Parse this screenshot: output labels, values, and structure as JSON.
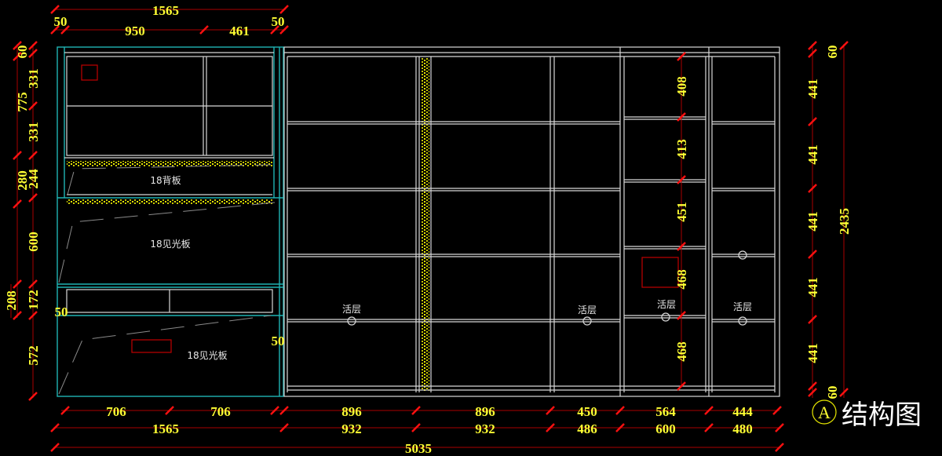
{
  "title": {
    "marker": "A",
    "text": "结构图"
  },
  "labels": {
    "back_panel": "18背板",
    "visible_panel_1": "18见光板",
    "visible_panel_2": "18见光板",
    "movable_shelf": "活层"
  },
  "dims_top": {
    "total": "1565",
    "left_edge": "50",
    "main": "950",
    "right": "461",
    "right_edge": "50"
  },
  "dims_left_outer": {
    "top": "60",
    "upper": "775",
    "middle": "280",
    "lower": "208"
  },
  "dims_left_inner": [
    "331",
    "331",
    "244",
    "600",
    "172",
    "572"
  ],
  "dims_left_side": {
    "left": "50",
    "right": "50"
  },
  "dims_bottom_row1": [
    "706",
    "706",
    "896",
    "896",
    "450",
    "564",
    "444"
  ],
  "dims_bottom_row2": [
    "1565",
    "932",
    "932",
    "486",
    "600",
    "480"
  ],
  "dims_bottom_total": "5035",
  "dims_right": [
    "60",
    "441",
    "441",
    "441",
    "441",
    "441",
    "60"
  ],
  "dims_right_total": "2435",
  "dims_column": [
    "408",
    "413",
    "451",
    "468",
    "468"
  ],
  "colors": {
    "background": "#000000",
    "dimension_text": "#ffff33",
    "dimension_line": "#aa0000",
    "panel_edge": "#1fb3b3",
    "lines": "#d8d8d8"
  }
}
